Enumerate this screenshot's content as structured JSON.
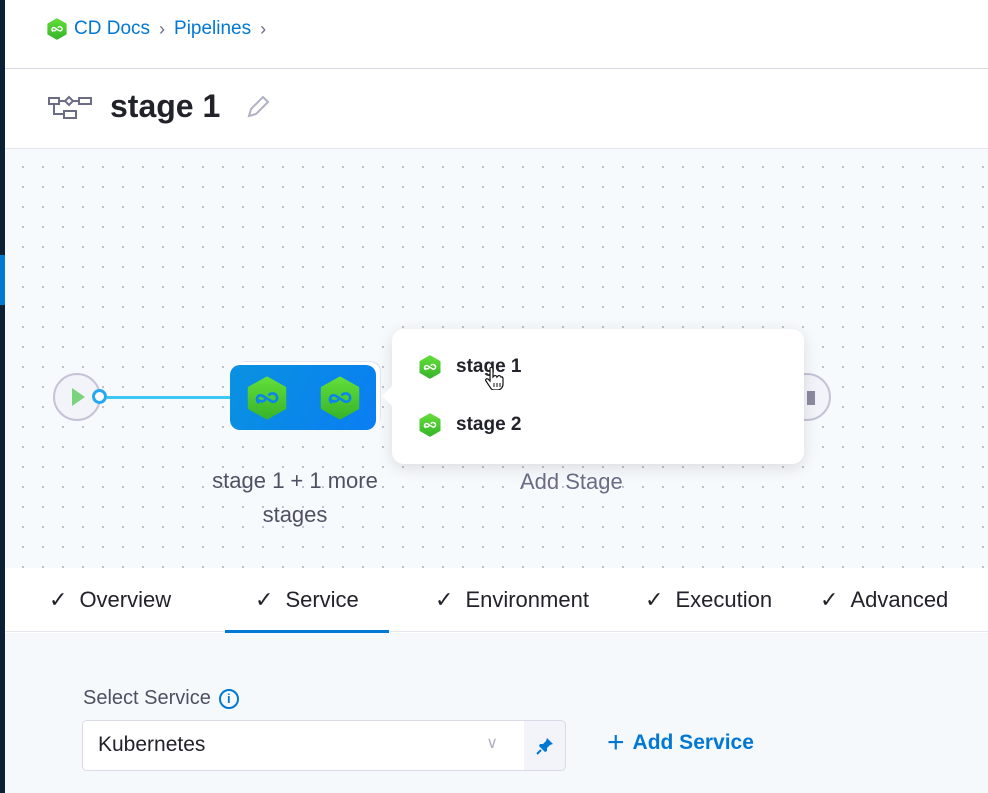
{
  "breadcrumb": {
    "items": [
      "CD Docs",
      "Pipelines"
    ]
  },
  "header": {
    "title": "stage 1"
  },
  "canvas": {
    "group_label": "stage 1 + 1 more stages",
    "add_stage": "Add Stage"
  },
  "popover": {
    "items": [
      {
        "label": "stage 1"
      },
      {
        "label": "stage 2"
      }
    ]
  },
  "tabs": [
    {
      "label": "Overview"
    },
    {
      "label": "Service",
      "active": true
    },
    {
      "label": "Environment"
    },
    {
      "label": "Execution"
    },
    {
      "label": "Advanced"
    }
  ],
  "form": {
    "select_label": "Select Service",
    "info_glyph": "i",
    "service_value": "Kubernetes",
    "add_service": "Add Service"
  },
  "colors": {
    "accent": "#0278d5",
    "stage_green": "#4dc92e",
    "group_blue": "#0a86ea"
  }
}
